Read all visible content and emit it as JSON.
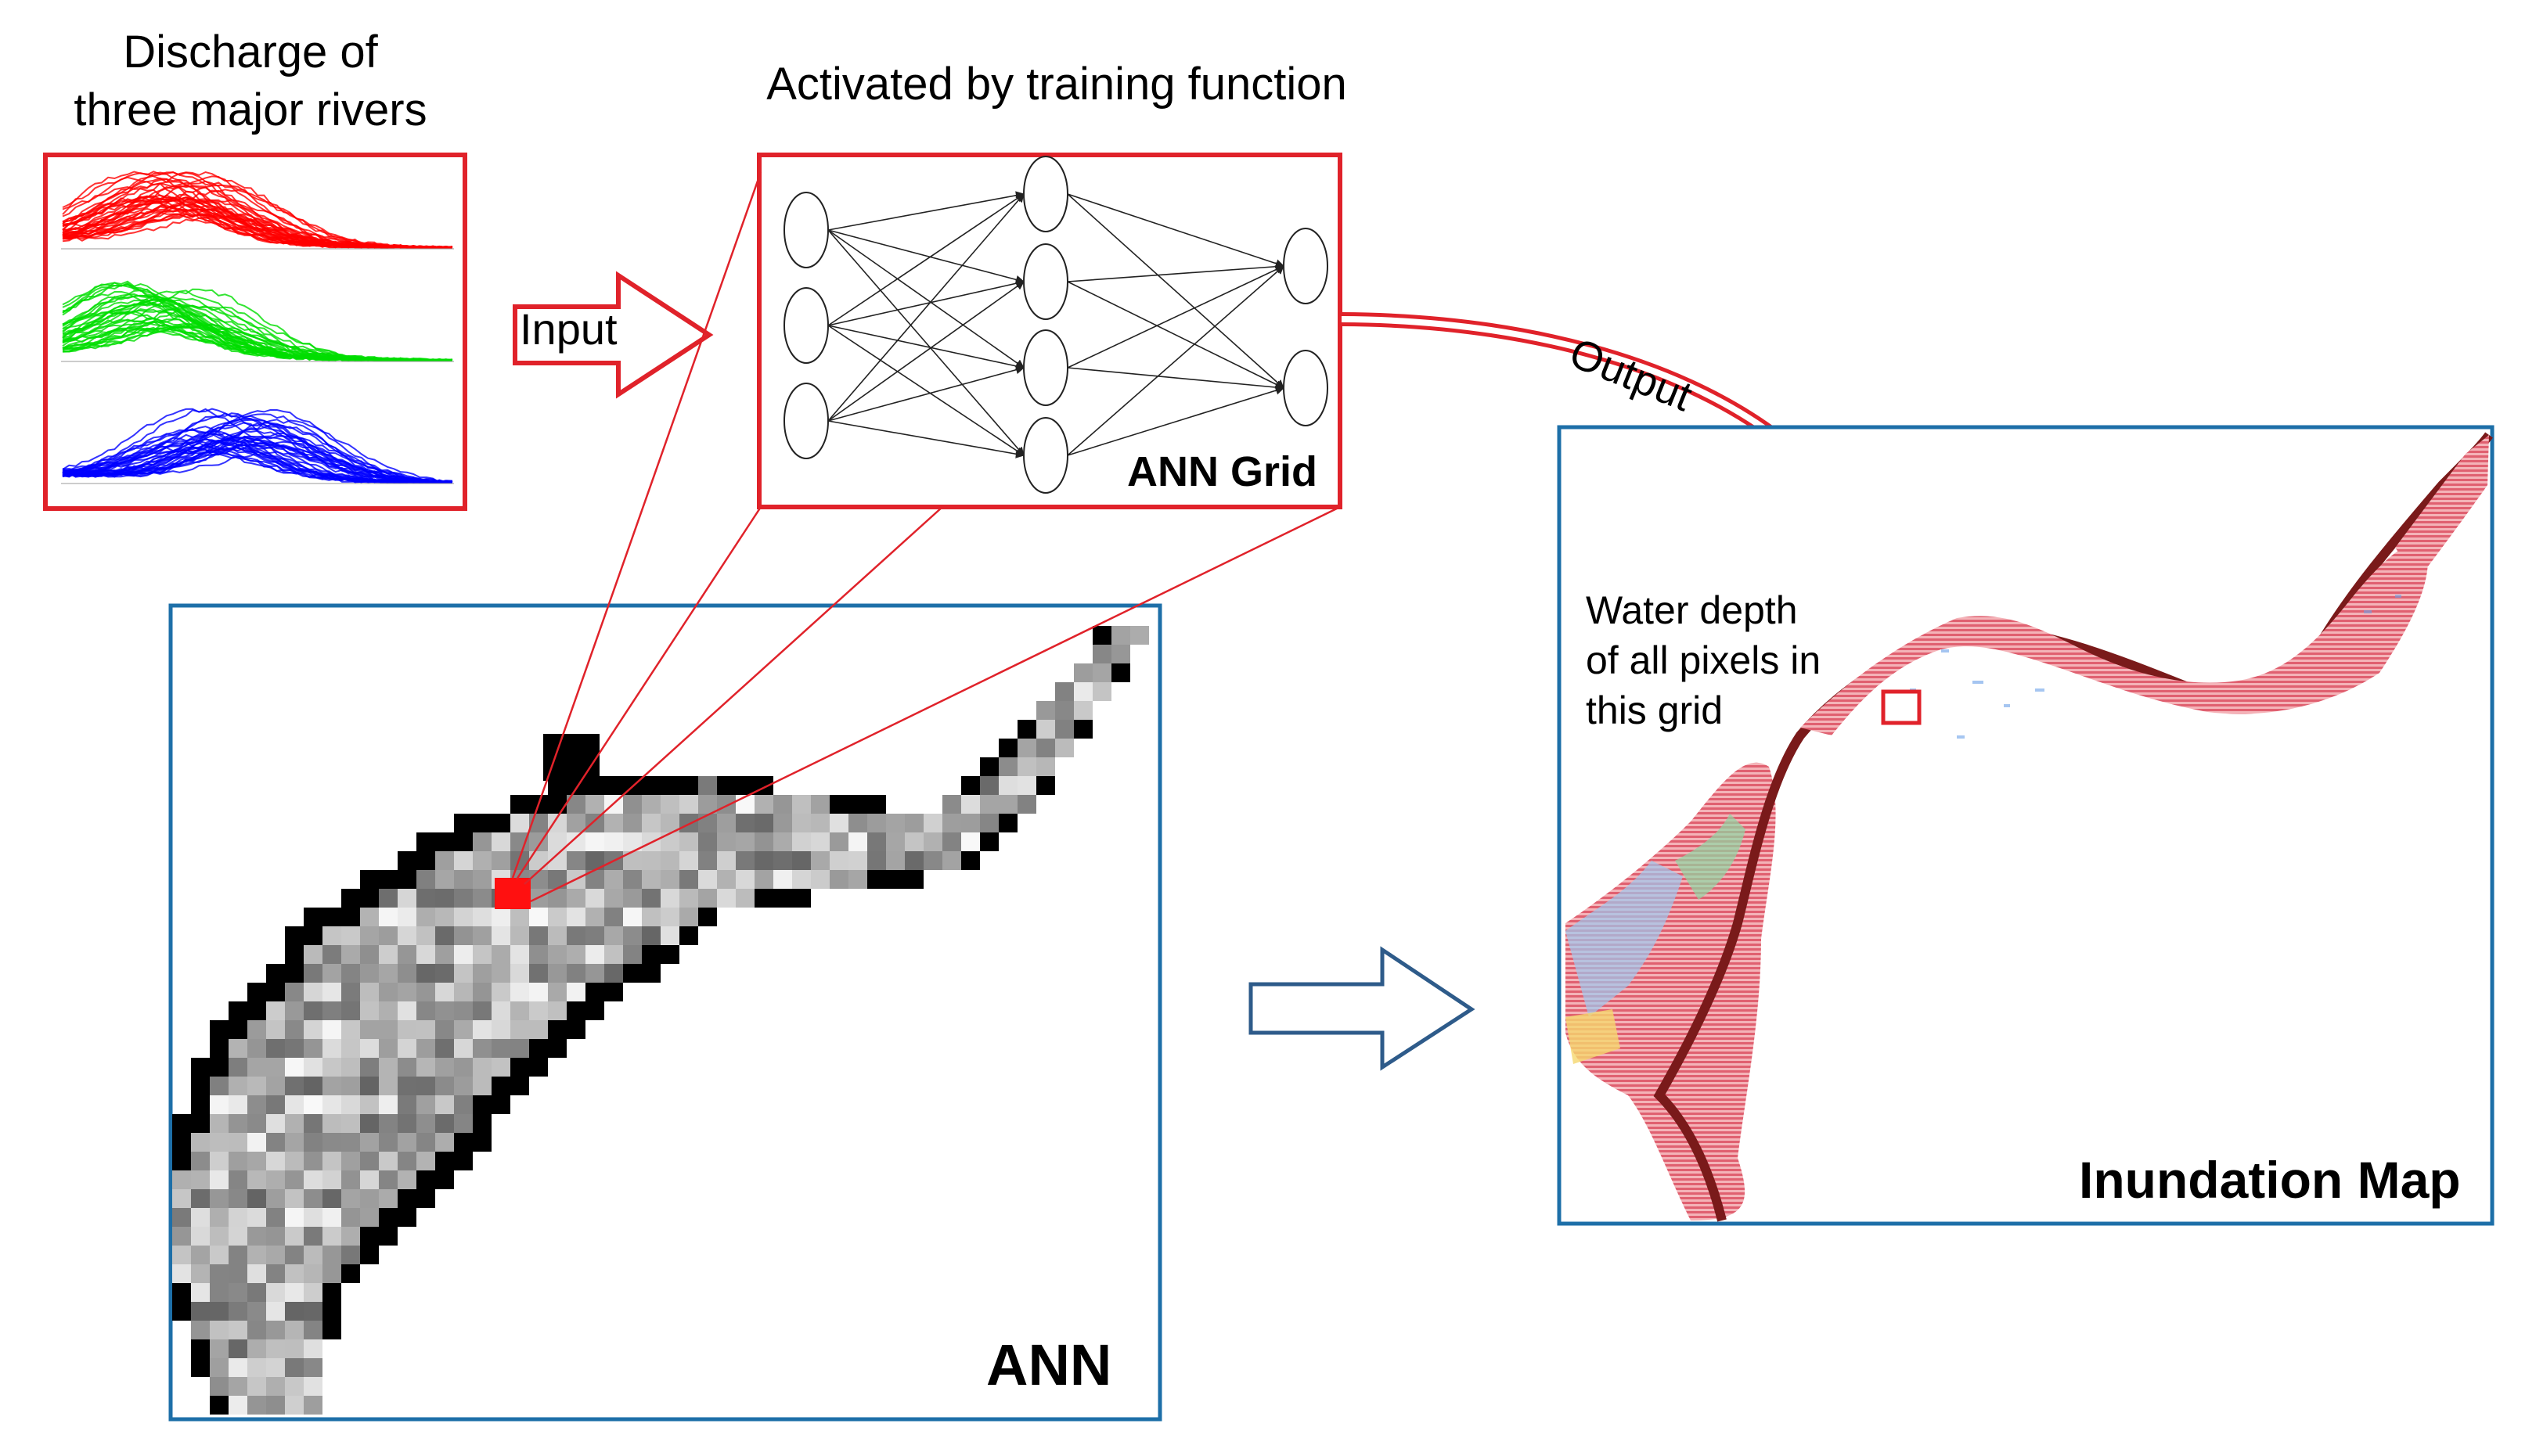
{
  "labels": {
    "discharge_title": "Discharge of\nthree major rivers",
    "training_title": "Activated by training function",
    "input": "Input",
    "ann_grid": "ANN Grid",
    "output": "Output",
    "water_depth": "Water depth\nof all pixels in\nthis grid",
    "ann": "ANN",
    "inundation_map": "Inundation Map"
  },
  "colors": {
    "red_frame": "#e0222a",
    "blue_frame": "#1d6fa8",
    "series_red": "#ff0000",
    "series_green": "#00dd00",
    "series_blue": "#0000ff",
    "arrow_outline_blue": "#2e5b8a"
  },
  "neural_network": {
    "layers": [
      3,
      4,
      2
    ]
  }
}
